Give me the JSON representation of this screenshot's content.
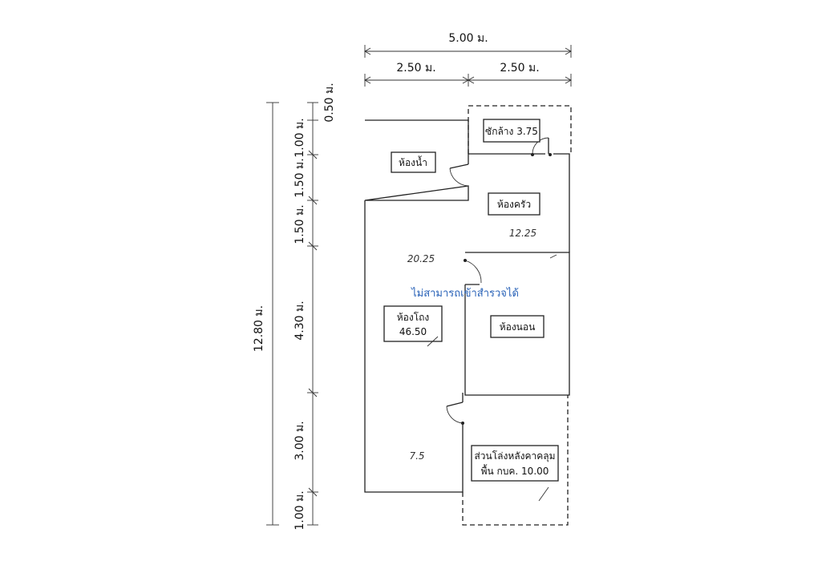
{
  "dimensions": {
    "total_width": "5.00 ม.",
    "width_left": "2.50 ม.",
    "width_right": "2.50 ม.",
    "total_height": "12.80 ม.",
    "seg_0_50": "0.50 ม.",
    "seg_1_00_top": "1.00 ม.",
    "seg_1_50_a": "1.50 ม.",
    "seg_1_50_b": "1.50 ม.",
    "seg_4_30": "4.30 ม.",
    "seg_3_00": "3.00 ม.",
    "seg_1_00_bottom": "1.00 ม."
  },
  "rooms": {
    "laundry": "ซักล้าง 3.75",
    "bathroom": "ห้องน้ำ",
    "kitchen": "ห้องครัว",
    "hall_name": "ห้องโถง",
    "hall_area": "46.50",
    "bedroom": "ห้องนอน",
    "back_open_line1": "ส่วนโล่งหลังคาคลุม",
    "back_open_line2": "พื้น กบค. 10.00"
  },
  "notes": {
    "no_access": "ไม่สามารถเข้าสำรวจได้"
  },
  "handwriting": {
    "kitchen_area": "12.25",
    "hall_upper": "20.25",
    "hall_lower": "7.5"
  },
  "colors": {
    "note_blue": "#2a63b8",
    "line": "#222222"
  }
}
